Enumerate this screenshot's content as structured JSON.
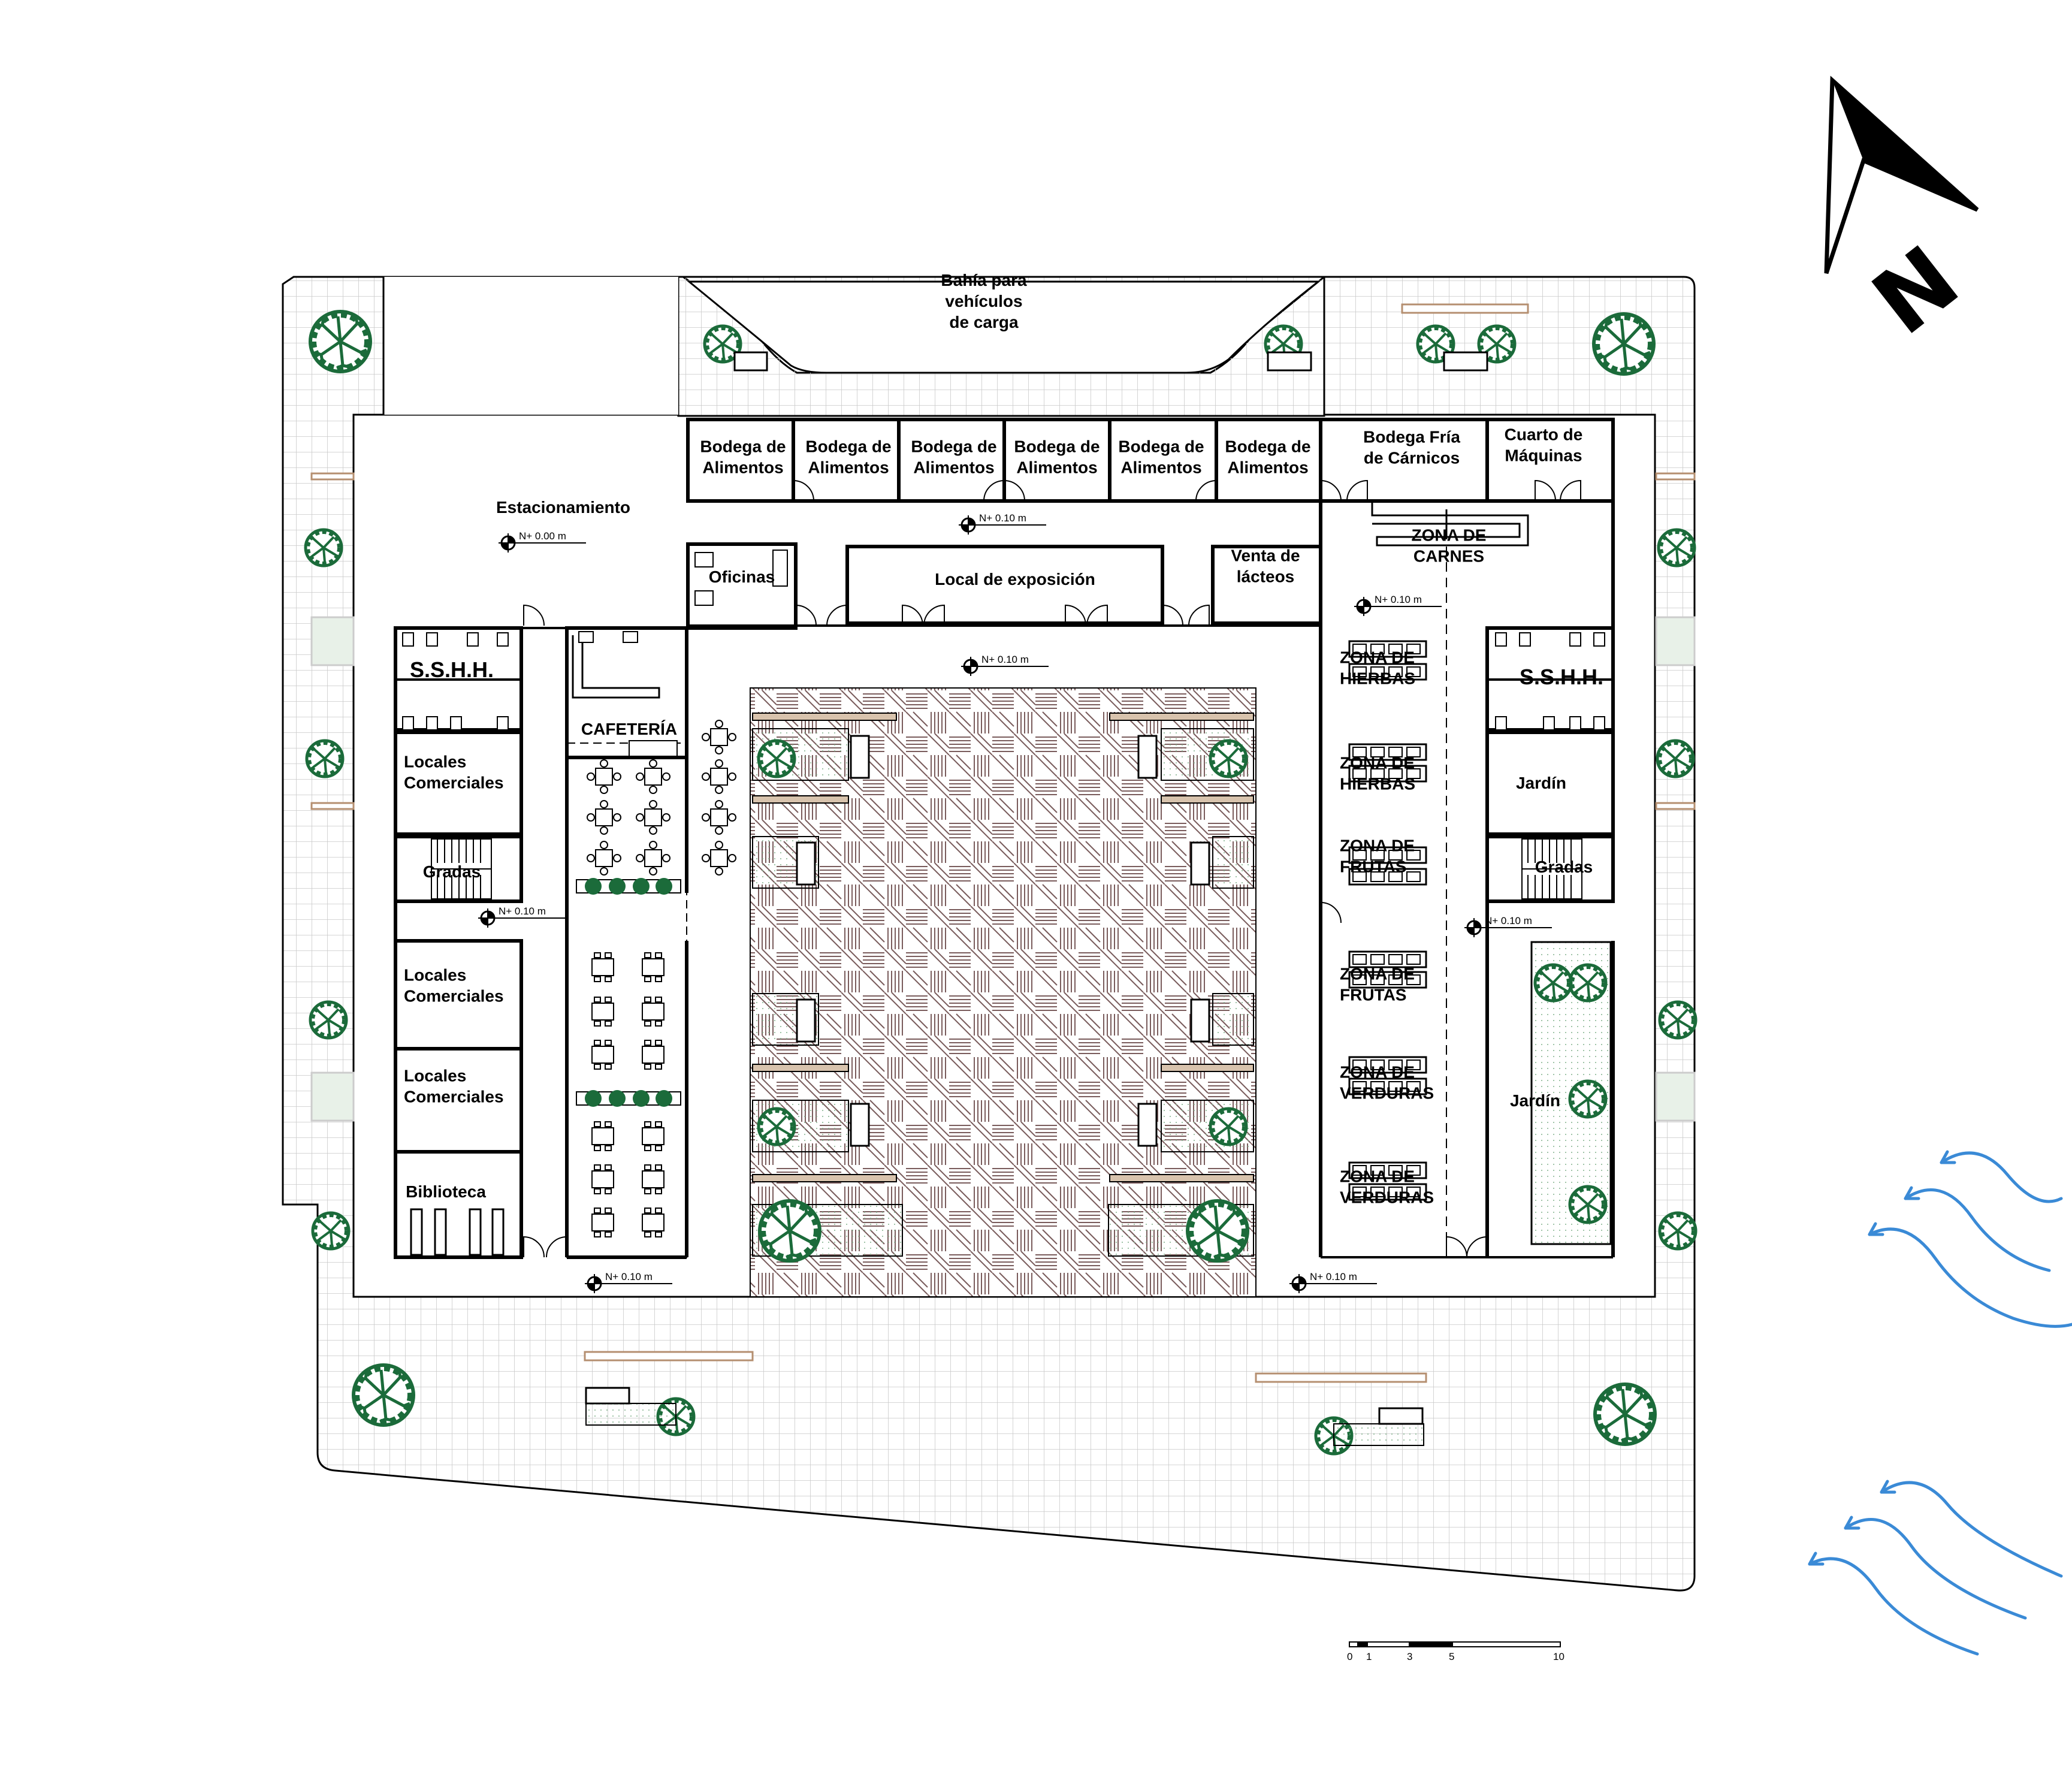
{
  "rooms": {
    "bahia": "Bahía para\nvehículos\nde carga",
    "estacionamiento": "Estacionamiento",
    "bodega1": "Bodega de\nAlimentos",
    "bodega2": "Bodega de\nAlimentos",
    "bodega3": "Bodega de\nAlimentos",
    "bodega4": "Bodega de\nAlimentos",
    "bodega5": "Bodega de\nAlimentos",
    "bodega6": "Bodega de\nAlimentos",
    "bodega_fria": "Bodega Fría\nde Cárnicos",
    "cuarto_maquinas": "Cuarto de\nMáquinas",
    "zona_carnes": "ZONA DE\nCARNES",
    "oficinas": "Oficinas",
    "local_exposicion": "Local de exposición",
    "venta_lacteos": "Venta de\nlácteos",
    "sshh_left": "S.S.H.H.",
    "sshh_right": "S.S.H.H.",
    "cafeteria": "CAFETERÍA",
    "locales1": "Locales\nComerciales",
    "locales2": "Locales\nComerciales",
    "locales3": "Locales\nComerciales",
    "gradas_left": "Gradas",
    "gradas_right": "Gradas",
    "biblioteca": "Biblioteca",
    "zona_hierbas1": "ZONA DE\nHIERBAS",
    "zona_hierbas2": "ZONA DE\nHIERBAS",
    "zona_frutas1": "ZONA DE\nFRUTAS",
    "zona_frutas2": "ZONA DE\nFRUTAS",
    "zona_verduras1": "ZONA DE\nVERDURAS",
    "zona_verduras2": "ZONA DE\nVERDURAS",
    "jardin1": "Jardín",
    "jardin2": "Jardín"
  },
  "levels": {
    "l1": "N+ 0.00 m",
    "l2": "N+ 0.10 m",
    "l3": "N+ 0.10 m",
    "l4": "N+ 0.10 m",
    "l5": "N+ 0.10 m",
    "l6": "N+ 0.10 m",
    "l7": "N+ 0.10 m",
    "l8": "N+ 0.10 m"
  },
  "north_letter": "N",
  "scale_labels": [
    "0",
    "1",
    "3",
    "5",
    "10"
  ],
  "colors": {
    "tree": "#1b6b3a",
    "wave": "#3a8ad6",
    "paving_grid": "#c9c9c9",
    "plaza_pattern": "#7a5c5c",
    "bench": "#d8c3ad"
  }
}
